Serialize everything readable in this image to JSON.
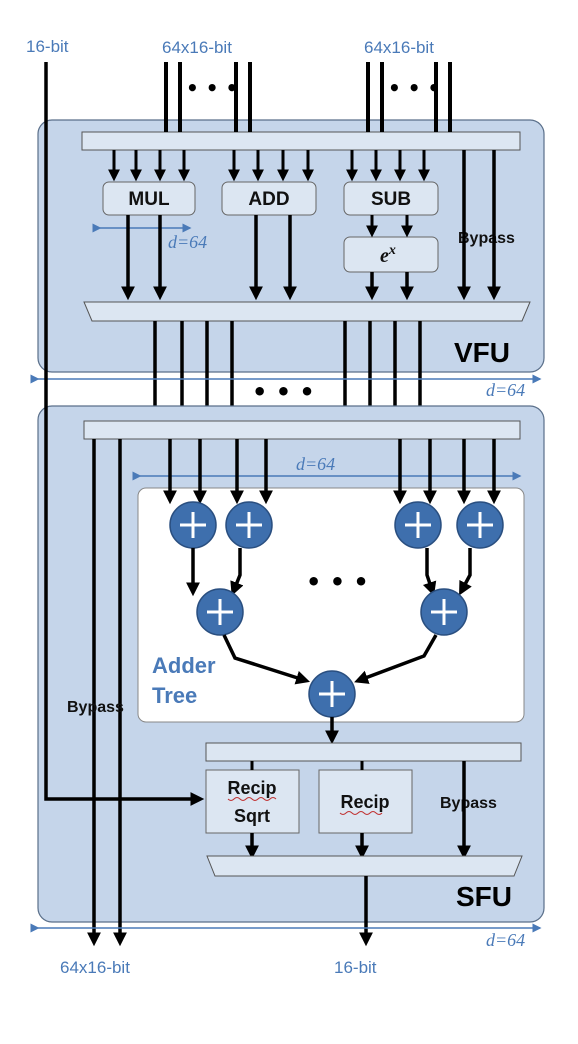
{
  "inputs": {
    "left_width": "16-bit",
    "mid_width": "64x16-bit",
    "right_width": "64x16-bit",
    "dots": "• • •"
  },
  "vfu": {
    "title": "VFU",
    "mul": "MUL",
    "add": "ADD",
    "sub": "SUB",
    "exp_base": "e",
    "exp_sup": "x",
    "bypass": "Bypass",
    "mul_dim": "d=64",
    "dim": "d=64"
  },
  "middle": {
    "dots": "• • •"
  },
  "sfu": {
    "title": "SFU",
    "tree_dim": "d=64",
    "tree_dots": "• • •",
    "adder_title_1": "Adder",
    "adder_title_2": "Tree",
    "bypass_left": "Bypass",
    "recip_sqrt_1": "Recip",
    "recip_sqrt_2": "Sqrt",
    "recip": "Recip",
    "bypass_right": "Bypass",
    "dim": "d=64"
  },
  "outputs": {
    "left_width": "64x16-bit",
    "center_width": "16-bit"
  },
  "colors": {
    "panel_fill": "#c5d5ea",
    "panel_stroke": "#5a6f8a",
    "module_fill": "#dce6f2",
    "adder_circle": "#3e6fad",
    "accent_text": "#4a7ab8"
  }
}
